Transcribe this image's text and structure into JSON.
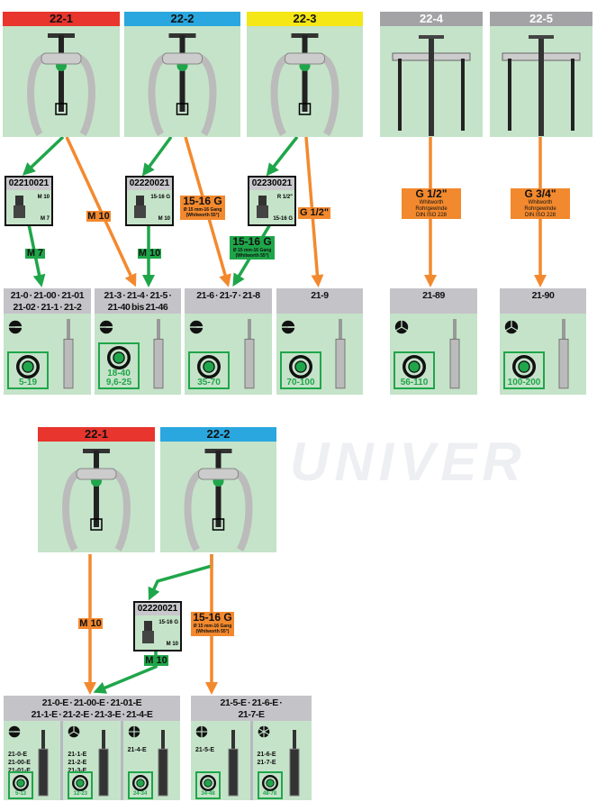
{
  "colors": {
    "red": "#e8352e",
    "blue": "#2aa7df",
    "yellow": "#f5e615",
    "gray": "#a3a3a6",
    "green": "#1fa64a",
    "orange": "#f3892e",
    "panel": "#c5e3c9"
  },
  "watermark": "UNIVER",
  "top_pullers": [
    {
      "label": "22-1",
      "color": "red",
      "type": "two-arm"
    },
    {
      "label": "22-2",
      "color": "blue",
      "type": "two-arm"
    },
    {
      "label": "22-3",
      "color": "yellow",
      "type": "two-arm"
    },
    {
      "label": "22-4",
      "color": "gray",
      "type": "bar"
    },
    {
      "label": "22-5",
      "color": "gray",
      "type": "bar"
    }
  ],
  "adapters": [
    {
      "number": "02210021",
      "top": "M 10",
      "bottom": "M 7"
    },
    {
      "number": "02220021",
      "top": "15-16 G",
      "bottom": "M 10"
    },
    {
      "number": "02230021",
      "top": "R 1/2\"",
      "bottom": "15-16 G"
    },
    {
      "number": "02220021",
      "top": "15-16 G",
      "bottom": "M 10"
    }
  ],
  "thread_labels": {
    "m7": "M 7",
    "m10_a": "M 10",
    "m10_b": "M 10",
    "g1516_a": {
      "big": "15-16 G",
      "l1": "Ø 15 mm-16 Gang",
      "l2": "(Whitworth 55°)"
    },
    "g1516_b": {
      "big": "15-16 G",
      "l1": "Ø 15 mm-16 Gang",
      "l2": "(Whitworth 55°)"
    },
    "g12": "G 1/2\"",
    "g12w": {
      "big": "G 1/2\"",
      "l1": "Whitworth",
      "l2": "Rohrgewinde",
      "l3": "DIN ISO 228"
    },
    "g34w": {
      "big": "G 3/4\"",
      "l1": "Whitworth",
      "l2": "Rohrgewinde",
      "l3": "DIN ISO 228"
    },
    "low_m10_o": "M 10",
    "low_m10_g": "M 10",
    "low_g1516": {
      "big": "15-16 G",
      "l1": "Ø 15 mm-16 Gang",
      "l2": "(Whitworth 55°)"
    }
  },
  "top_cells": [
    {
      "line1": "21-0 · 21-00 · 21-01",
      "line2": "21-02 · 21-1 · 21-2",
      "range": "5-19",
      "range2": "",
      "jaws": "2"
    },
    {
      "line1": "21-3 · 21-4 · 21-5 ·",
      "line2": "21-40 bis 21-46",
      "range": "18-40",
      "range2": "9,6-25",
      "jaws": "2"
    },
    {
      "line1": "21-6 · 21-7 · 21-8",
      "line2": "",
      "range": "35-70",
      "range2": "",
      "jaws": "2"
    },
    {
      "line1": "21-9",
      "line2": "",
      "range": "70-100",
      "range2": "",
      "jaws": "2"
    },
    {
      "line1": "21-89",
      "line2": "",
      "range": "56-110",
      "range2": "",
      "jaws": "3"
    },
    {
      "line1": "21-90",
      "line2": "",
      "range": "100-200",
      "range2": "",
      "jaws": "3"
    }
  ],
  "lower_pullers": [
    {
      "label": "22-1",
      "color": "red"
    },
    {
      "label": "22-2",
      "color": "blue"
    }
  ],
  "lower_cells": [
    {
      "line1": "21-0-E · 21-00-E · 21-01-E",
      "line2": "21-1-E · 21-2-E · 21-3-E · 21-4-E",
      "subs": [
        {
          "jaws": "2",
          "codes": [
            "21-0-E",
            "21-00-E",
            "21-01-E"
          ],
          "range": "5-13"
        },
        {
          "jaws": "3",
          "codes": [
            "21-1-E",
            "21-2-E",
            "21-3-E"
          ],
          "range": "12-23"
        },
        {
          "jaws": "4",
          "codes": [
            "21-4-E"
          ],
          "range": "24-34"
        }
      ]
    },
    {
      "line1": "21-5-E · 21-6-E ·",
      "line2": "21-7-E",
      "subs": [
        {
          "jaws": "4",
          "codes": [
            "21-5-E"
          ],
          "range": "34-48"
        },
        {
          "jaws": "6",
          "codes": [
            "21-6-E",
            "21-7-E"
          ],
          "range": "48-78"
        }
      ]
    }
  ]
}
